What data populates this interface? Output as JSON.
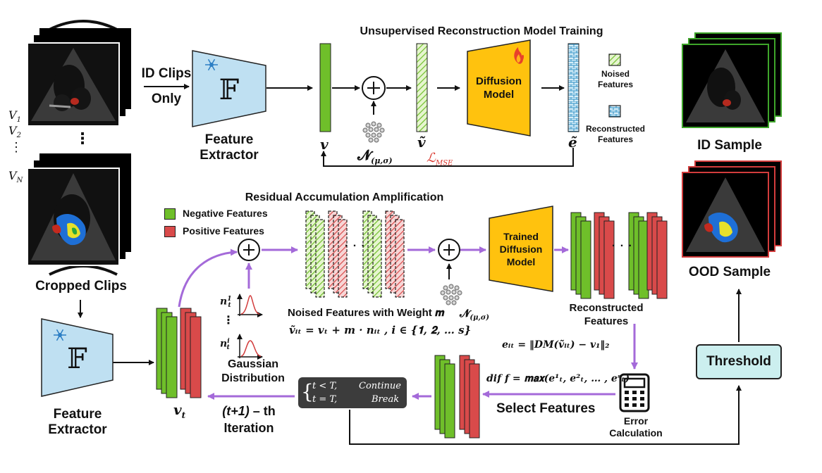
{
  "top_panel": {
    "title": "Unsupervised Reconstruction Model Training",
    "v_label": "𝒗",
    "noise_label": "𝓝",
    "noise_sub": "(μ,σ)",
    "vtilde_label": "𝒗̃",
    "diffusion_label": "Diffusion\nModel",
    "etilde_label": "𝒆̃",
    "loss_label": "ℒ",
    "loss_sub": "MSE",
    "legend_noised": "Noised\nFeatures",
    "legend_reconstructed": "Reconstructed\nFeatures"
  },
  "left": {
    "id_clips_line1": "ID Clips",
    "id_clips_line2": "Only",
    "extractor_symbol": "𝔽",
    "extractor_label_top": "Feature\nExtractor",
    "extractor_label_bottom": "Feature\nExtractor",
    "v1": "V",
    "v1_sub": "1",
    "v2": "V",
    "v2_sub": "2",
    "vn": "V",
    "vn_sub": "N",
    "vdots": "⋮",
    "clip_dots": "⋮",
    "cropped_clips": "Cropped Clips"
  },
  "bottom_panel": {
    "title": "Residual Accumulation Amplification",
    "legend_negative": "Negative Features",
    "legend_positive": "Positive Features",
    "vt_label": "𝒗",
    "vt_sub": "t",
    "n1_label": "n",
    "n1_sup": "1",
    "n1_sub": "t",
    "ni_label": "n",
    "ni_sup": "i",
    "ni_sub": "t",
    "n_dots": "⋮",
    "gaussian": "Gaussian\nDistribution",
    "noised_weight_title": "Noised Features with Weight 𝒎",
    "noised_formula": "𝒗̃ᵢₜ = 𝒗ₜ + 𝒎 · 𝒏ᵢₜ ,  𝒊 ∈ {𝟏, 𝟐, … 𝒔}",
    "noise2_label": "𝓝",
    "noise2_sub": "(μ,σ)",
    "trained_dm": "Trained\nDiffusion\nModel",
    "reconstructed": "Reconstructed\nFeatures",
    "error_formula": "𝒆ᵢₜ = ‖𝑫𝑴(𝒗̃ᵢₜ) − 𝒗₁‖₂",
    "diff_formula": "𝒅𝒊𝒇 𝒇 = 𝐦𝐚𝐱(𝒆¹ₜ, 𝒆²ₜ, … , 𝒆ˢₜ)",
    "select_features": "Select Features",
    "error_calc": "Error\nCalculation",
    "cond_line1_left": "t < T,",
    "cond_line1_right": "Continue",
    "cond_line2_left": "t = T,",
    "cond_line2_right": "Break",
    "iteration_prefix": "(t+1)",
    "iteration_suffix": " – th",
    "iteration_line2": "Iteration",
    "h_dots_1": "· · ·",
    "h_dots_2": "· · ·"
  },
  "right": {
    "id_sample": "ID Sample",
    "ood_sample": "OOD Sample",
    "threshold": "Threshold"
  },
  "colors": {
    "green": "#6fbf2a",
    "red": "#d94a4a",
    "orange": "#ffc20e",
    "light_blue": "#bfe0f2",
    "arrow_purple": "#a46ad9",
    "threshold_fill": "#ccefef",
    "loss_red": "#d9342b",
    "top_panel_fill": "#ececec",
    "bottom_panel_fill": "#fbeee0"
  }
}
